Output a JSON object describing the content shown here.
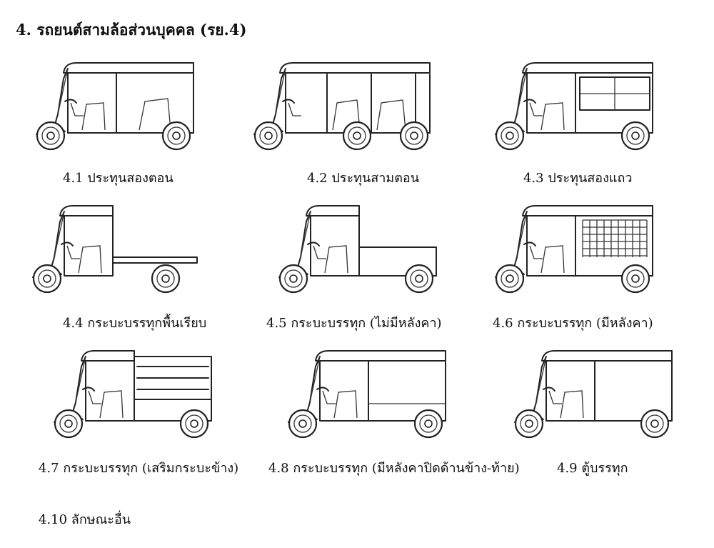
{
  "heading": "4. รถยนต์สามล้อส่วนบุคคล (รย.4)",
  "items": [
    {
      "label": "4.1 ประทุนสองตอน",
      "variant": "two-section",
      "vehicle_icon": "tuk-tuk-two-section-icon"
    },
    {
      "label": "4.2 ประทุนสามตอน",
      "variant": "three-section",
      "vehicle_icon": "tuk-tuk-three-section-icon"
    },
    {
      "label": "4.3 ประทุนสองแถว",
      "variant": "two-row",
      "vehicle_icon": "tuk-tuk-two-row-icon"
    },
    {
      "label": "4.4 กระบะบรรทุกพื้นเรียบ",
      "variant": "flatbed",
      "vehicle_icon": "tuk-tuk-flatbed-icon"
    },
    {
      "label": "4.5 กระบะบรรทุก (ไม่มีหลังคา)",
      "variant": "pickup-open",
      "vehicle_icon": "tuk-tuk-pickup-open-icon"
    },
    {
      "label": "4.6 กระบะบรรทุก (มีหลังคา)",
      "variant": "pickup-roof",
      "vehicle_icon": "tuk-tuk-pickup-roof-icon"
    },
    {
      "label": "4.7 กระบะบรรทุก (เสริมกระบะข้าง)",
      "variant": "pickup-rails",
      "vehicle_icon": "tuk-tuk-pickup-rails-icon"
    },
    {
      "label": "4.8 กระบะบรรทุก (มีหลังคาปิดด้านข้าง-ท้าย)",
      "variant": "pickup-enclosed",
      "vehicle_icon": "tuk-tuk-pickup-enclosed-icon"
    },
    {
      "label": "4.9 ตู้บรรทุก",
      "variant": "box",
      "vehicle_icon": "tuk-tuk-box-icon"
    }
  ],
  "footer": "4.10 ลักษณะอื่น"
}
